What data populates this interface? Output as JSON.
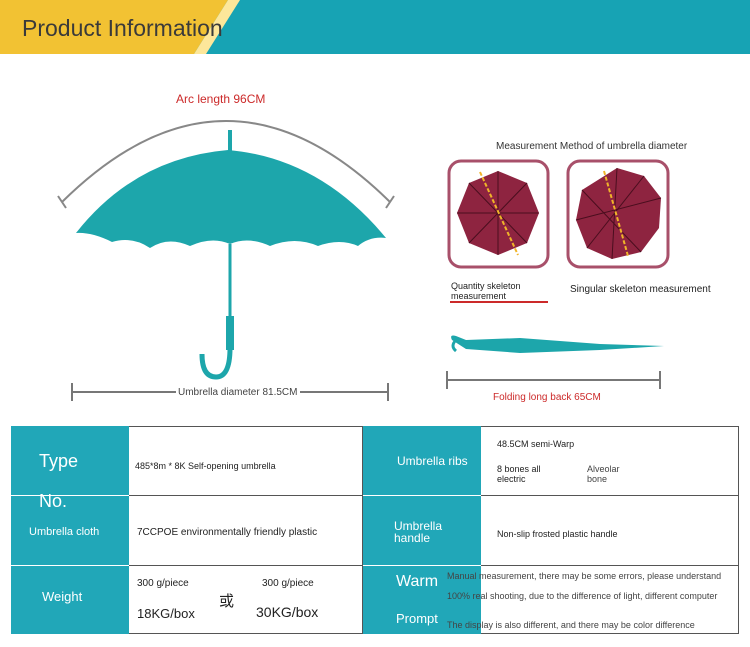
{
  "header": {
    "title": "Product Information"
  },
  "diagram": {
    "arc_length": "Arc length 96CM",
    "umbrella_diameter": "Umbrella diameter 81.5CM",
    "measurement_title": "Measurement Method of umbrella diameter",
    "quantity_skeleton": "Quantity skeleton measurement",
    "singular_skeleton": "Singular skeleton measurement",
    "folding_length": "Folding long back 65CM",
    "colors": {
      "canopy": "#1da6ab",
      "octagon": "#8e2440",
      "frame": "#a8506a",
      "header_bar": "#17a3b4",
      "header_accent": "#f2c233"
    }
  },
  "spec": {
    "type_label_1": "Type",
    "type_label_2": "No.",
    "type_value": "485*8m * 8K Self-opening umbrella",
    "ribs_label": "Umbrella ribs",
    "ribs_value_1": "48.5CM semi-Warp",
    "ribs_value_2": "8 bones all electric",
    "ribs_value_3": "Alveolar bone",
    "cloth_label": "Umbrella cloth",
    "cloth_value": "7CCPOE environmentally friendly plastic",
    "handle_label": "Umbrella handle",
    "handle_value": "Non-slip frosted plastic handle",
    "weight_label": "Weight",
    "weight_a_piece": "300 g/piece",
    "weight_a_box": "18KG/box",
    "weight_or": "或",
    "weight_b_piece": "300 g/piece",
    "weight_b_box": "30KG/box",
    "warm_label_1": "Warm",
    "warm_label_2": "Prompt",
    "prompt_1": "Manual measurement, there may be some errors, please understand",
    "prompt_2": "100% real shooting, due to the difference of light, different computer",
    "prompt_3": "The display is also different, and there may be color difference"
  }
}
